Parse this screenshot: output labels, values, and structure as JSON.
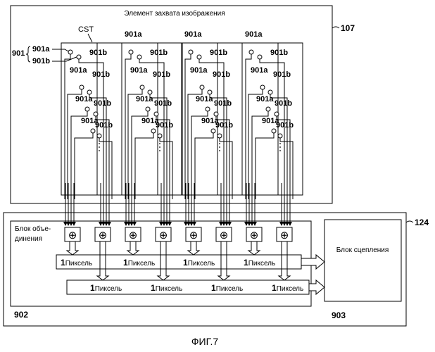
{
  "sensor": {
    "title": "Элемент захвата изображения",
    "ref": "107",
    "cst_label": "CST",
    "group_ref": "901",
    "pixel_a": "901a",
    "pixel_b": "901b",
    "columns": 4
  },
  "circuit": {
    "ref": "124",
    "combine_label_line1": "Блок объе-",
    "combine_label_line2": "динения",
    "combine_ref": "902",
    "adders": 8,
    "adder_symbol": "⊕",
    "pixel_unit": "1",
    "pixel_word": "Пиксель",
    "concat_label": "Блок сцепления",
    "concat_ref": "903"
  },
  "caption": "ФИГ.7"
}
